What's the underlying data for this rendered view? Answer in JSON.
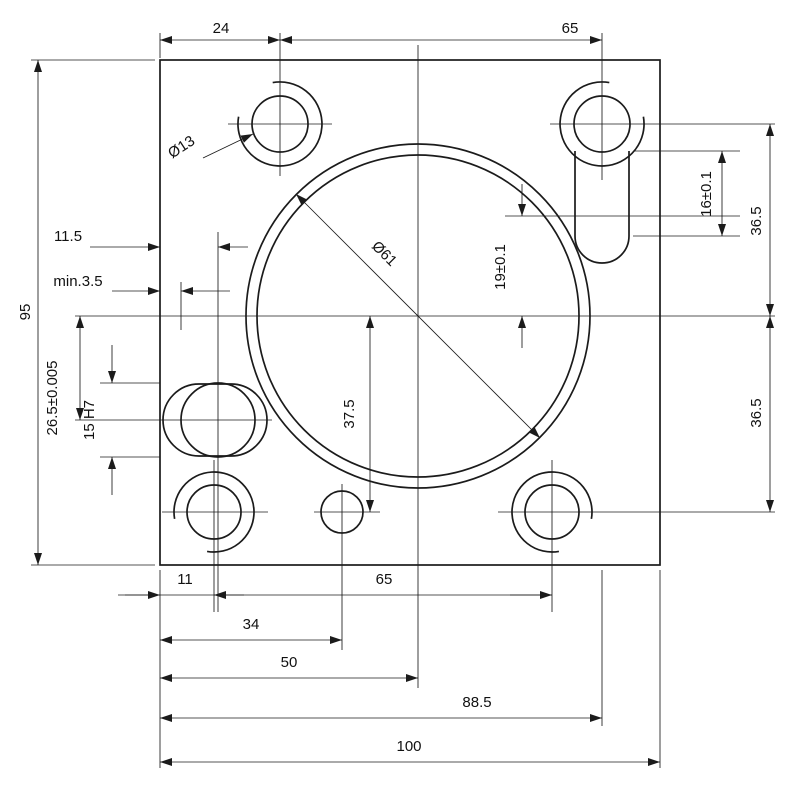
{
  "drawing": {
    "type": "mechanical-part-drawing",
    "description": "Dimensioned flange plate with central bore, four corner holes, slot features",
    "line_color": "#1b1b1b",
    "background": "#ffffff",
    "labels": {
      "top_24": "24",
      "top_65": "65",
      "left_95": "95",
      "off_11_5": "11.5",
      "min_3_5": "min.3.5",
      "off_26_5": "26.5±0.005",
      "bore_15h7": "15 H7",
      "dia_13": "Ø13",
      "dia_61": "Ø61",
      "off_19": "19±0.1",
      "slot_16": "16±0.1",
      "right_36_5_top": "36.5",
      "right_36_5_bot": "36.5",
      "off_37_5": "37.5",
      "bot_11": "11",
      "bot_65": "65",
      "bot_34": "34",
      "bot_50": "50",
      "bot_88_5": "88.5",
      "bot_100": "100"
    }
  }
}
